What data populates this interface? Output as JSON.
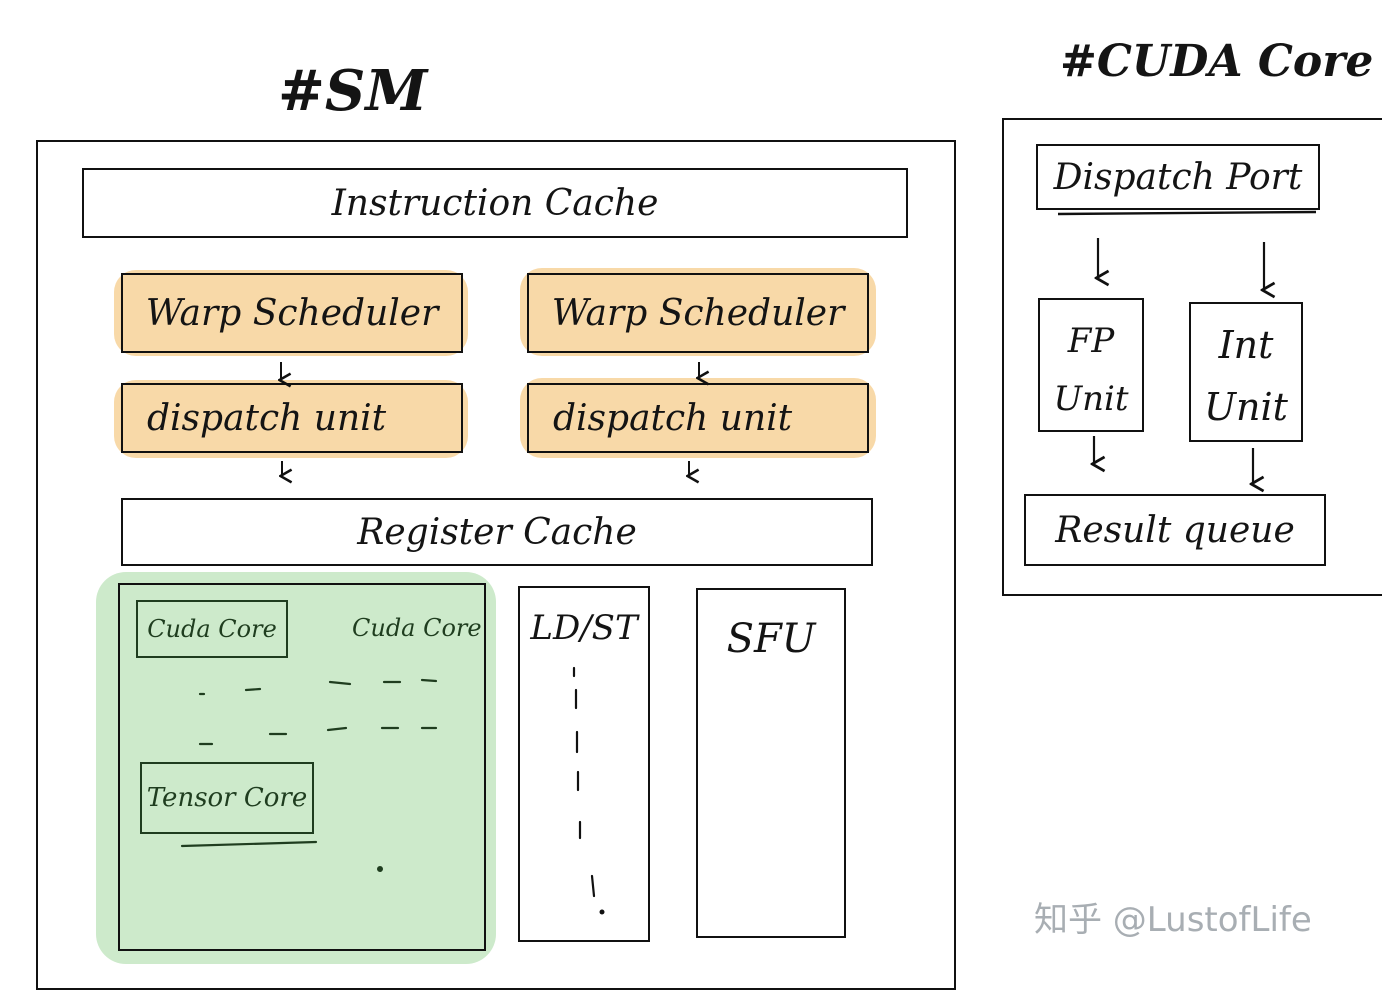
{
  "sm": {
    "title": "#SM",
    "instruction_cache": "Instruction Cache",
    "schedulers": [
      {
        "warp_scheduler": "Warp Scheduler",
        "dispatch_unit": "dispatch unit"
      },
      {
        "warp_scheduler": "Warp Scheduler",
        "dispatch_unit": "dispatch unit"
      }
    ],
    "register_cache": "Register Cache",
    "cores": {
      "cuda_core_1": "Cuda Core",
      "cuda_core_2": "Cuda Core",
      "tensor_core": "Tensor Core"
    },
    "ld_st": "LD/ST",
    "sfu": "SFU"
  },
  "cuda_core": {
    "title": "#CUDA Core",
    "dispatch_port": "Dispatch Port",
    "fp_unit": [
      "FP",
      "Unit"
    ],
    "int_unit": [
      "Int",
      "Unit"
    ],
    "result_queue": "Result queue"
  },
  "watermark": "知乎 @LustofLife",
  "colors": {
    "highlight_orange": "#f8d9a8",
    "highlight_green": "#cdeacb",
    "ink": "#111111"
  }
}
